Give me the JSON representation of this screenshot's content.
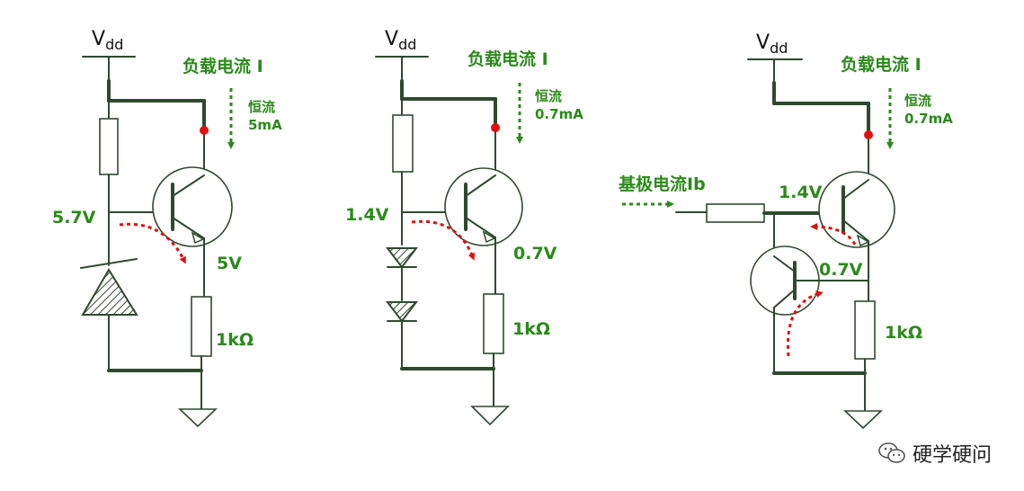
{
  "vdd_base": "V",
  "vdd_sub": "dd",
  "load_current_label": "负载电流 I",
  "constant_current_label": "恒流",
  "circuit1": {
    "current_value": "5mA",
    "base_voltage": "5.7V",
    "emitter_voltage": "5V",
    "emitter_resistor": "1kΩ"
  },
  "circuit2": {
    "current_value": "0.7mA",
    "base_voltage": "1.4V",
    "emitter_voltage": "0.7V",
    "emitter_resistor": "1kΩ"
  },
  "circuit3": {
    "current_value": "0.7mA",
    "base_current_label": "基极电流Ib",
    "base_voltage": "1.4V",
    "emitter_voltage": "0.7V",
    "emitter_resistor": "1kΩ"
  },
  "watermark": "硬学硬问",
  "colors": {
    "label_green": "#2b8a1a",
    "current_arrow_red": "#e01010",
    "wire": "#2e4a2e"
  }
}
